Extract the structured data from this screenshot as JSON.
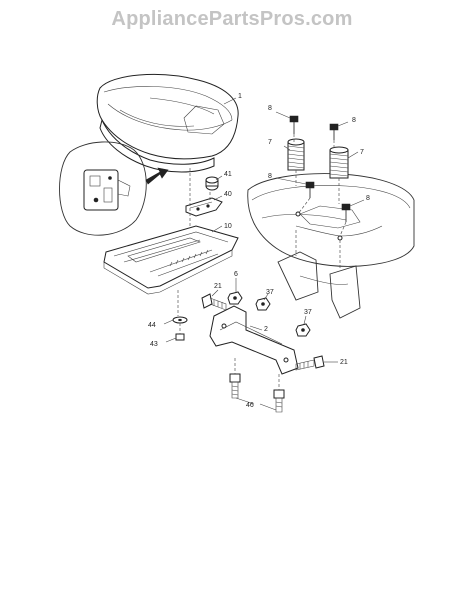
{
  "watermark": "AppliancePartsPros.com",
  "callouts": {
    "c1": "1",
    "c2": "2",
    "c6": "6",
    "c7a": "7",
    "c7b": "7",
    "c8a": "8",
    "c8b": "8",
    "c8c": "8",
    "c8d": "8",
    "c10": "10",
    "c21a": "21",
    "c21b": "21",
    "c37a": "37",
    "c37b": "37",
    "c40": "40",
    "c41": "41",
    "c43": "43",
    "c44": "44",
    "c46": "46"
  }
}
